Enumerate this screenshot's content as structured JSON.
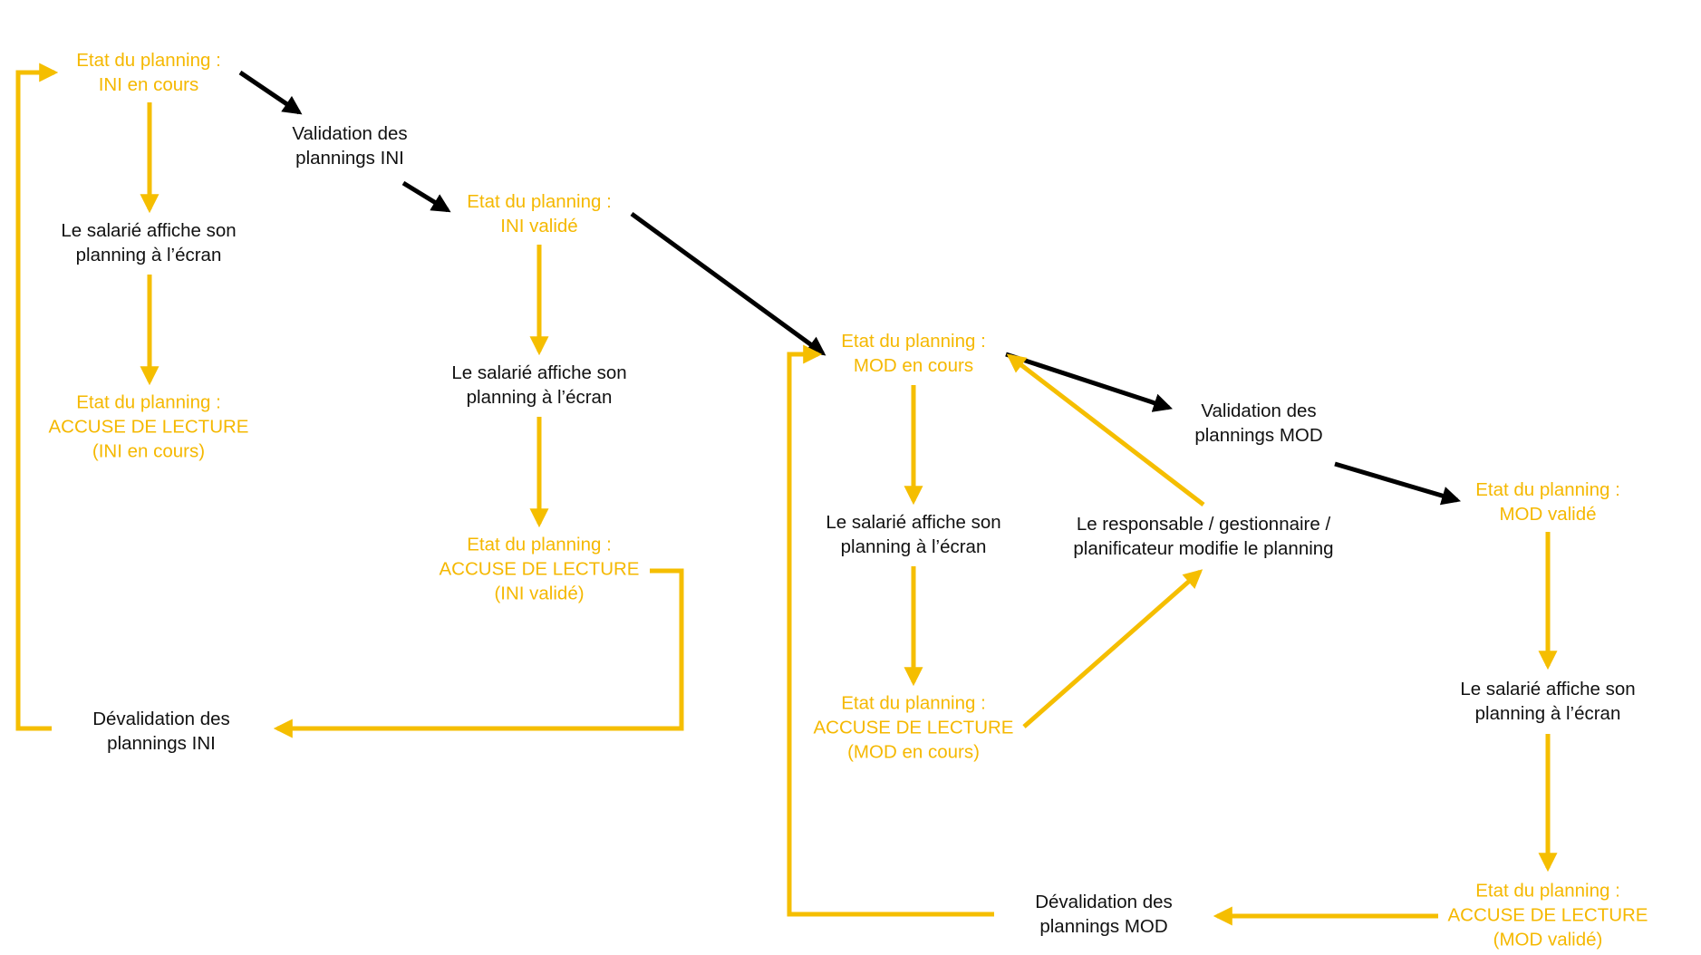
{
  "colors": {
    "state_text": "#F5B800",
    "action_text": "#111111",
    "state_link": "#F5BE00",
    "action_link": "#000000"
  },
  "nodes": {
    "ini_en_cours": {
      "kind": "state",
      "lines": [
        "Etat du planning :",
        "INI en cours"
      ]
    },
    "affiche_ini_en_cours": {
      "kind": "action",
      "lines": [
        "Le salarié affiche son",
        "planning à l’écran"
      ]
    },
    "accuse_ini_en_cours": {
      "kind": "state",
      "lines": [
        "Etat du planning :",
        "ACCUSE DE LECTURE",
        "(INI en cours)"
      ]
    },
    "validation_ini": {
      "kind": "action",
      "lines": [
        "Validation des",
        "plannings INI"
      ]
    },
    "ini_valide": {
      "kind": "state",
      "lines": [
        "Etat du planning :",
        "INI validé"
      ]
    },
    "affiche_ini_valide": {
      "kind": "action",
      "lines": [
        "Le salarié affiche son",
        "planning à l’écran"
      ]
    },
    "accuse_ini_valide": {
      "kind": "state",
      "lines": [
        "Etat du planning :",
        "ACCUSE DE LECTURE",
        "(INI validé)"
      ]
    },
    "devalidation_ini": {
      "kind": "action",
      "lines": [
        "Dévalidation des",
        "plannings INI"
      ]
    },
    "mod_en_cours": {
      "kind": "state",
      "lines": [
        "Etat du planning :",
        "MOD en cours"
      ]
    },
    "affiche_mod_en_cours": {
      "kind": "action",
      "lines": [
        "Le salarié affiche son",
        "planning à l’écran"
      ]
    },
    "accuse_mod_en_cours": {
      "kind": "state",
      "lines": [
        "Etat du planning :",
        "ACCUSE DE LECTURE",
        "(MOD en cours)"
      ]
    },
    "responsable_modifie": {
      "kind": "action",
      "lines": [
        "Le responsable / gestionnaire /",
        "planificateur modifie le planning"
      ]
    },
    "validation_mod": {
      "kind": "action",
      "lines": [
        "Validation des",
        "plannings MOD"
      ]
    },
    "mod_valide": {
      "kind": "state",
      "lines": [
        "Etat du planning :",
        "MOD validé"
      ]
    },
    "affiche_mod_valide": {
      "kind": "action",
      "lines": [
        "Le salarié affiche son",
        "planning à l’écran"
      ]
    },
    "accuse_mod_valide": {
      "kind": "state",
      "lines": [
        "Etat du planning :",
        "ACCUSE DE LECTURE",
        "(MOD validé)"
      ]
    },
    "devalidation_mod": {
      "kind": "action",
      "lines": [
        "Dévalidation des",
        "plannings MOD"
      ]
    }
  },
  "edges": [
    {
      "from": "ini_en_cours",
      "to": "validation_ini",
      "kind": "action"
    },
    {
      "from": "validation_ini",
      "to": "ini_valide",
      "kind": "action"
    },
    {
      "from": "ini_valide",
      "to": "mod_en_cours",
      "kind": "action"
    },
    {
      "from": "mod_en_cours",
      "to": "validation_mod",
      "kind": "action"
    },
    {
      "from": "validation_mod",
      "to": "mod_valide",
      "kind": "action"
    },
    {
      "from": "ini_en_cours",
      "to": "affiche_ini_en_cours",
      "kind": "state"
    },
    {
      "from": "affiche_ini_en_cours",
      "to": "accuse_ini_en_cours",
      "kind": "state"
    },
    {
      "from": "ini_valide",
      "to": "affiche_ini_valide",
      "kind": "state"
    },
    {
      "from": "affiche_ini_valide",
      "to": "accuse_ini_valide",
      "kind": "state"
    },
    {
      "from": "accuse_ini_valide",
      "to": "devalidation_ini",
      "kind": "state"
    },
    {
      "from": "devalidation_ini",
      "to": "ini_en_cours",
      "kind": "state"
    },
    {
      "from": "mod_en_cours",
      "to": "affiche_mod_en_cours",
      "kind": "state"
    },
    {
      "from": "affiche_mod_en_cours",
      "to": "accuse_mod_en_cours",
      "kind": "state"
    },
    {
      "from": "accuse_mod_en_cours",
      "to": "responsable_modifie",
      "kind": "state"
    },
    {
      "from": "responsable_modifie",
      "to": "mod_en_cours",
      "kind": "state"
    },
    {
      "from": "mod_valide",
      "to": "affiche_mod_valide",
      "kind": "state"
    },
    {
      "from": "affiche_mod_valide",
      "to": "accuse_mod_valide",
      "kind": "state"
    },
    {
      "from": "accuse_mod_valide",
      "to": "devalidation_mod",
      "kind": "state"
    },
    {
      "from": "devalidation_mod",
      "to": "mod_en_cours",
      "kind": "state"
    }
  ]
}
